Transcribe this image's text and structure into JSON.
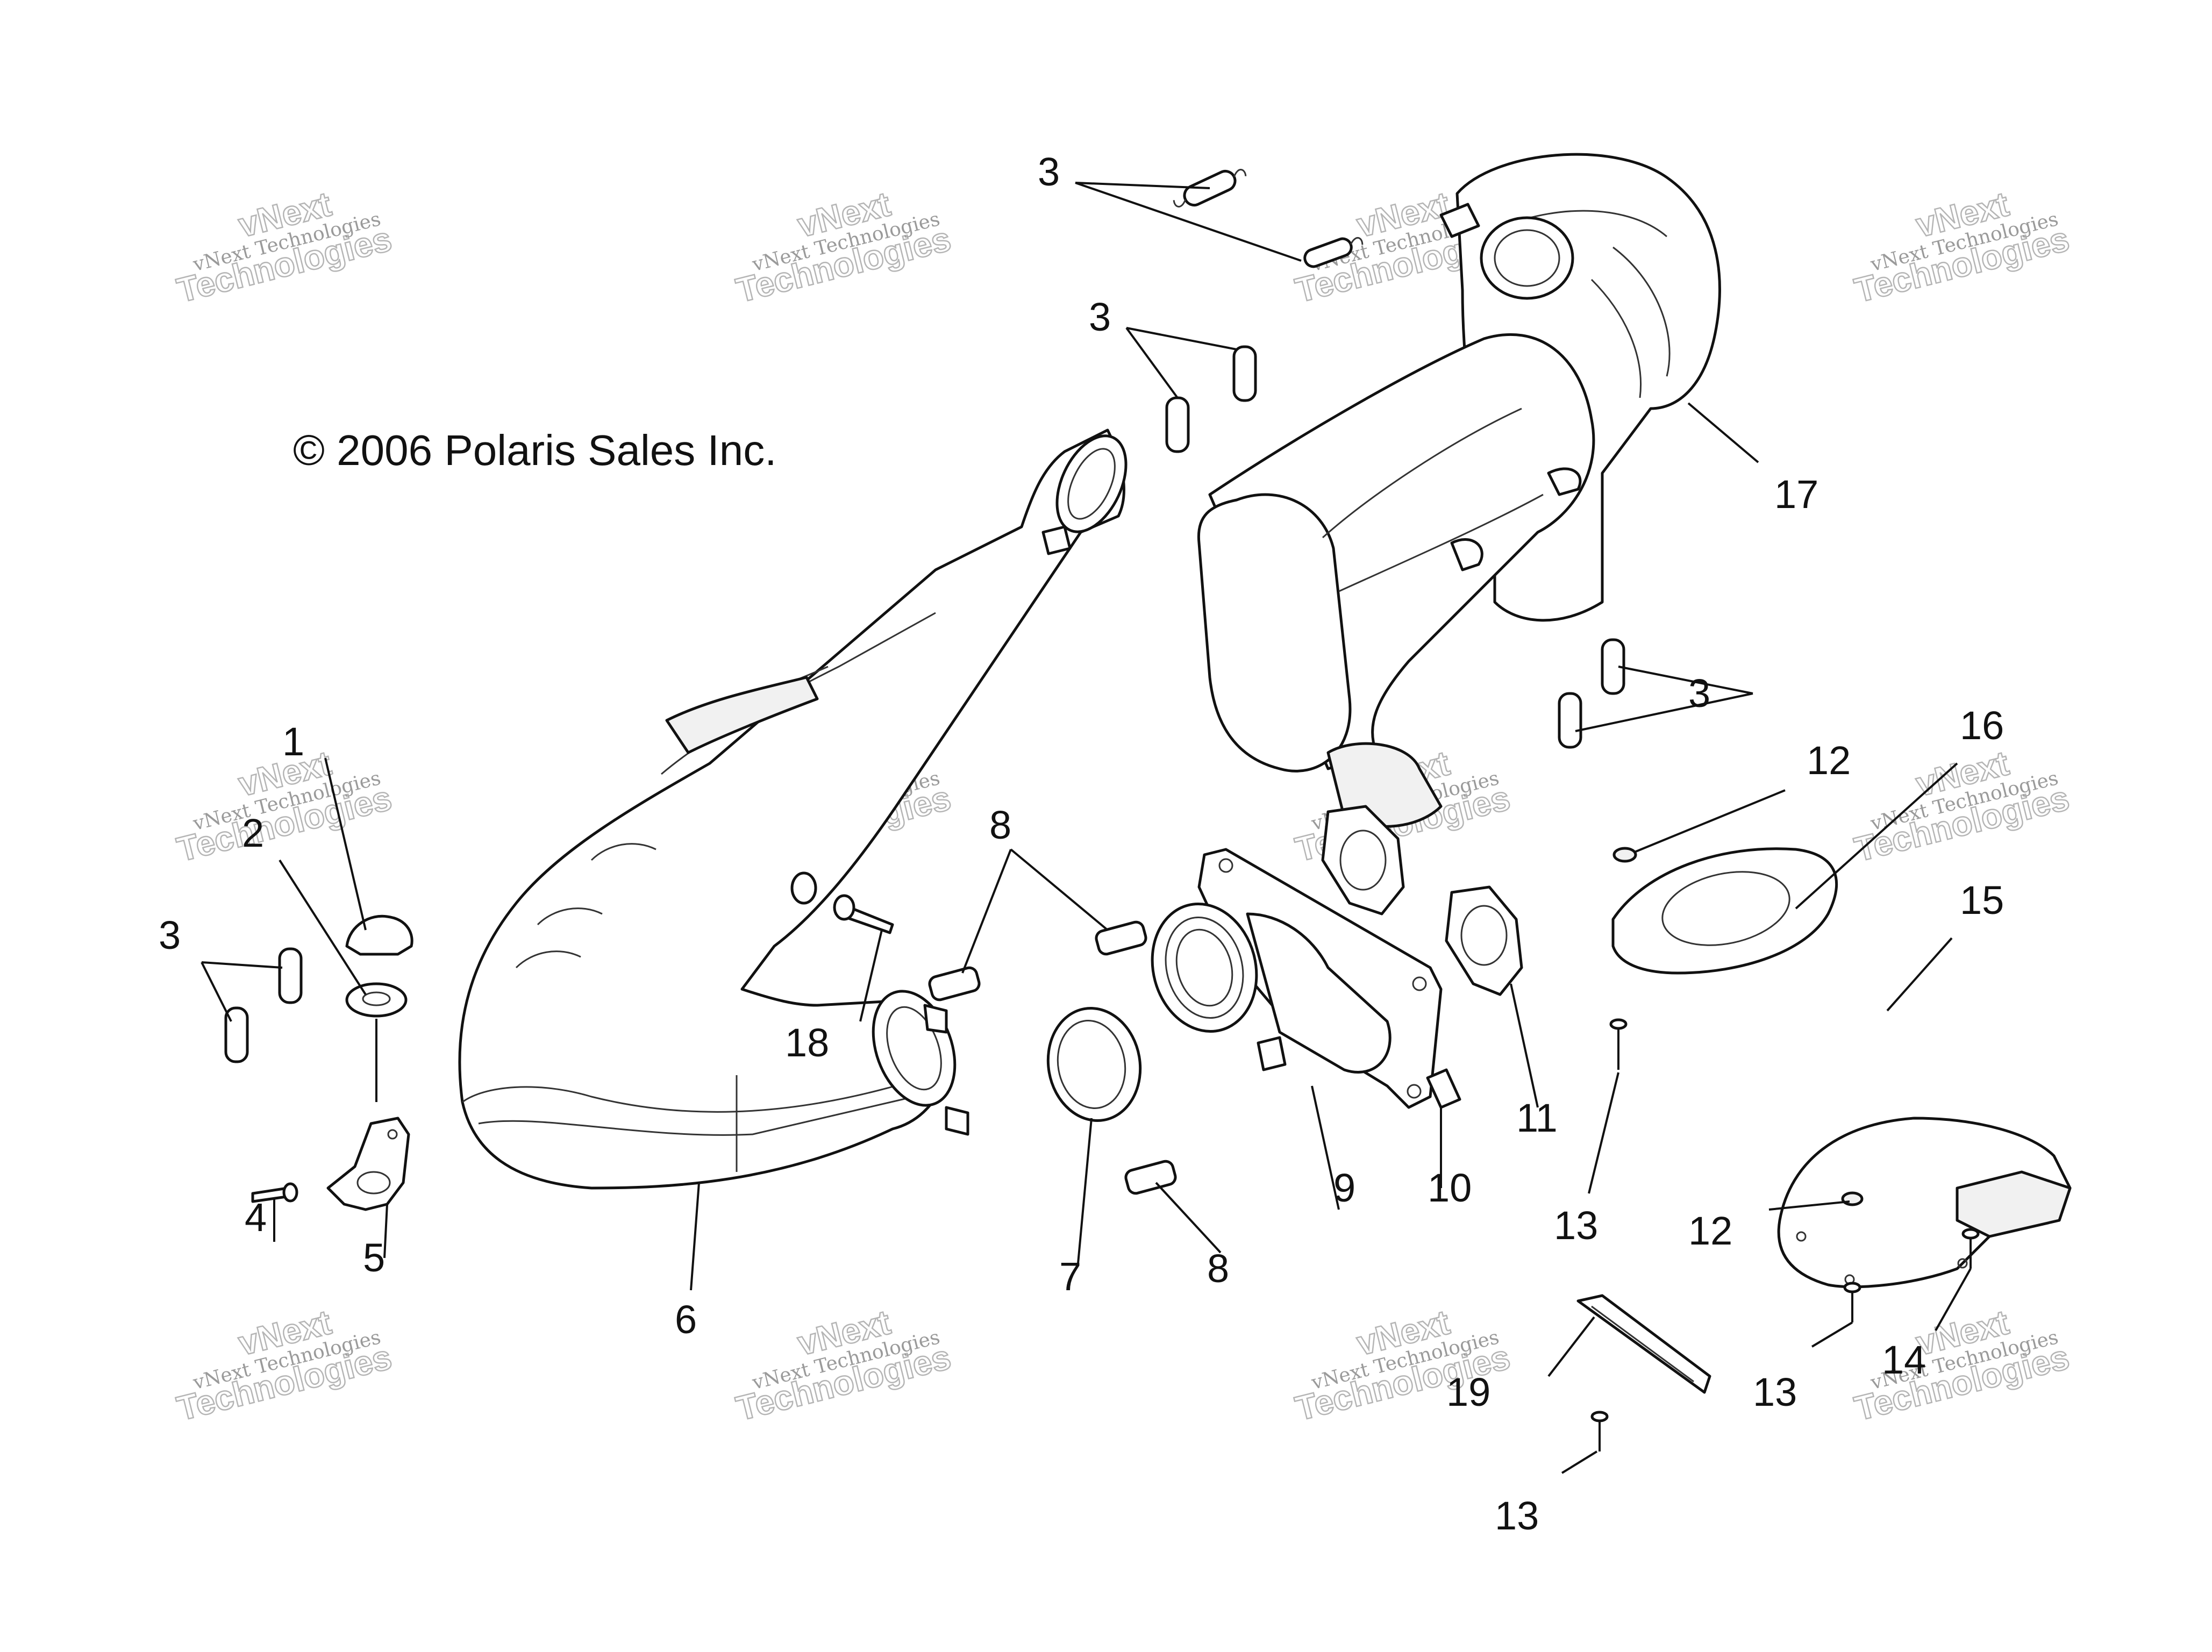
{
  "copyright": "© 2006 Polaris Sales Inc.",
  "watermark": {
    "line1": "vNext Technologies",
    "line2": "Technologies",
    "line3": "vNext"
  },
  "callouts": {
    "c1": "1",
    "c2": "2",
    "c3a": "3",
    "c3b": "3",
    "c3c": "3",
    "c3d": "3",
    "c4": "4",
    "c5": "5",
    "c6": "6",
    "c7": "7",
    "c8a": "8",
    "c8b": "8",
    "c9": "9",
    "c10": "10",
    "c11": "11",
    "c12a": "12",
    "c12b": "12",
    "c13a": "13",
    "c13b": "13",
    "c13c": "13",
    "c14": "14",
    "c15": "15",
    "c16": "16",
    "c17": "17",
    "c18": "18",
    "c19": "19"
  }
}
